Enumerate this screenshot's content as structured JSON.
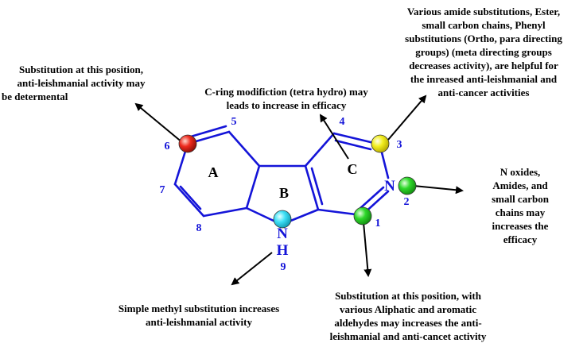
{
  "colors": {
    "bond": "#1414d8",
    "label": "#1414d8",
    "arrow": "#000000",
    "text": "#000000",
    "atom_6": "#ee2a1e",
    "atom_3": "#f2ee1e",
    "atom_2": "#2ed82a",
    "atom_1": "#2ed82a",
    "atom_9": "#3ee0f6"
  },
  "ring_labels": [
    "A",
    "B",
    "C"
  ],
  "atom_numbers": [
    "1",
    "2",
    "3",
    "4",
    "5",
    "6",
    "7",
    "8",
    "9"
  ],
  "heteroatoms": {
    "ring_n": "N",
    "indole_n": "N",
    "indole_h": "H"
  },
  "annotations": {
    "pos6": [
      "Substitution at this position,",
      "anti-leishmanial activity may",
      "be determental"
    ],
    "ring_c": [
      "C-ring modifiction (tetra hydro) may",
      "leads to increase in efficacy"
    ],
    "pos3": [
      "Various  amide substitutions, Ester,",
      "small carbon chains, Phenyl",
      "substitutions (Ortho, para directing",
      "groups) (meta directing groups",
      "decreases activity), are helpful for",
      "the inreased anti-leishmanial and",
      "anti-cancer activities"
    ],
    "pos2": [
      "N oxides,",
      "Amides, and",
      "small carbon",
      "chains may",
      "increases the",
      "efficacy"
    ],
    "pos9": [
      "Simple methyl substitution increases",
      "anti-leishmanial activity"
    ],
    "pos1": [
      "Substitution at this position, with",
      "various Aliphatic and aromatic",
      "aldehydes may increases the anti-",
      "leishmanial and anti-cancet activity"
    ]
  }
}
